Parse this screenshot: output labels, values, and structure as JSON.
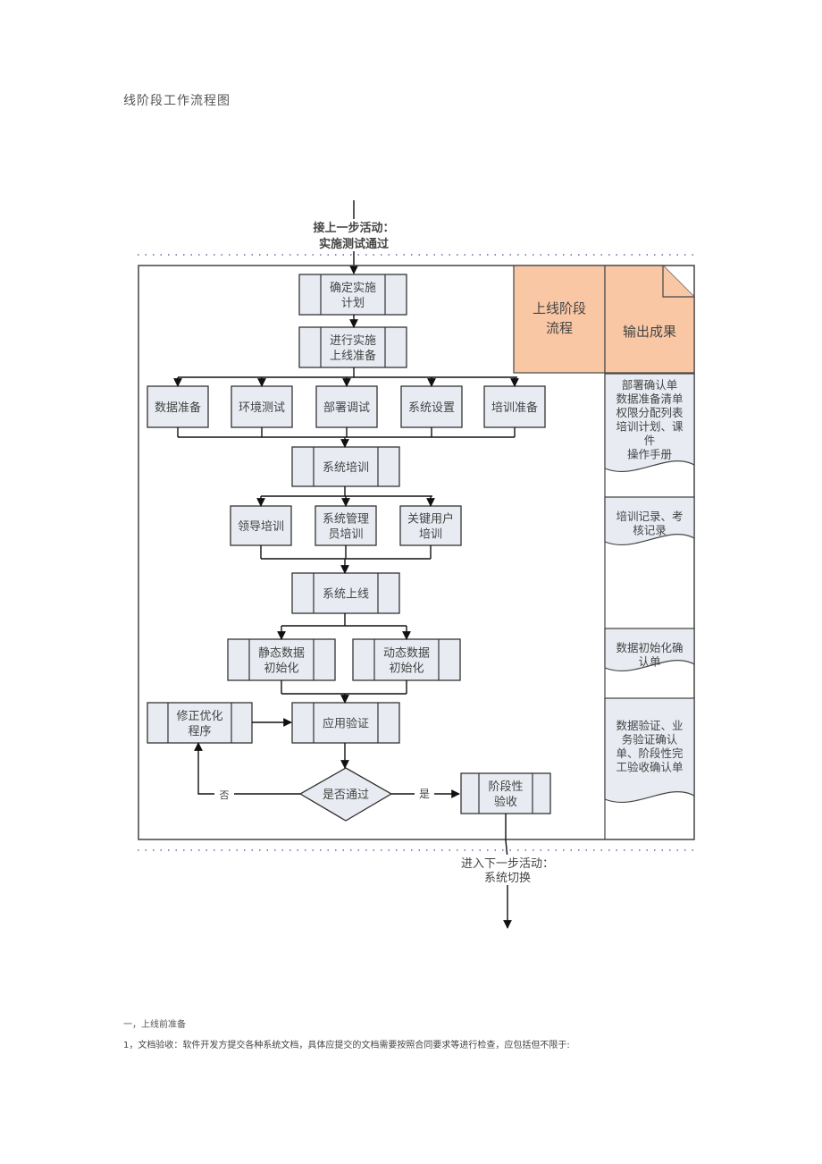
{
  "document": {
    "title": "线阶段工作流程图",
    "section_heading": "一，上线前准备",
    "section_paragraph": "1，文档验收：软件开发方提交各种系统文档，具体应提交的文档需要按照合同要求等进行检查，应包括但不限于:"
  },
  "diagram": {
    "entry_label": [
      "接上一步活动：",
      "实施测试通过"
    ],
    "exit_label": [
      "进入下一步活动：",
      "系统切换"
    ],
    "header": {
      "process_title": [
        "上线阶段",
        "流程"
      ],
      "output_title": "输出成果"
    },
    "colors": {
      "header_fill": "#f9c7a4",
      "box_fill": "#e8ecf2",
      "stroke": "#333333",
      "dotted": "#5b6fa8"
    },
    "nodes": {
      "plan": [
        "确定实施",
        "计划"
      ],
      "prep": [
        "进行实施",
        "上线准备"
      ],
      "data_prep": "数据准备",
      "env_test": "环境测试",
      "deploy_debug": "部署调试",
      "sys_setup": "系统设置",
      "train_prep": "培训准备",
      "sys_training": "系统培训",
      "leader_training": "领导培训",
      "admin_training": [
        "系统管理",
        "员培训"
      ],
      "keyuser_training": [
        "关键用户",
        "培训"
      ],
      "go_live": "系统上线",
      "static_init": [
        "静态数据",
        "初始化"
      ],
      "dynamic_init": [
        "动态数据",
        "初始化"
      ],
      "fix_program": [
        "修正优化",
        "程序"
      ],
      "app_verify": "应用验证",
      "decision": "是否通过",
      "phase_accept": [
        "阶段性",
        "验收"
      ]
    },
    "edge_labels": {
      "no": "否",
      "yes": "是"
    },
    "outputs": [
      [
        "部署确认单",
        "数据准备清单",
        "权限分配列表",
        "培训计划、课",
        "件",
        "操作手册"
      ],
      [
        "培训记录、考",
        "核记录"
      ],
      [
        "数据初始化确",
        "认单"
      ],
      [
        "数据验证、业",
        "务验证确认",
        "单、阶段性完",
        "工验收确认单"
      ]
    ]
  }
}
